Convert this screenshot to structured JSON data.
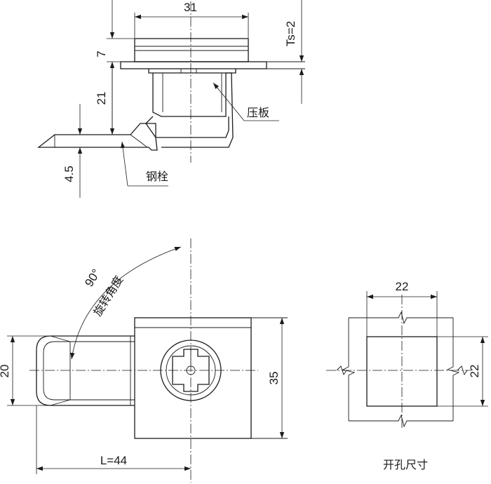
{
  "side_view": {
    "dim_width": "31",
    "dim_cap": "7",
    "dim_body": "21",
    "dim_ts": "Ts=2",
    "dim_bolt": "4.5",
    "label_plate": "压板",
    "label_bolt": "钢栓"
  },
  "front_view": {
    "dim_bolt_height": "20",
    "dim_body_height": "35",
    "dim_length": "L=44",
    "rotation_angle": "90°",
    "rotation_label": "旋转角度"
  },
  "cutout": {
    "dim_width": "22",
    "dim_height": "22",
    "title": "开孔尺寸"
  },
  "colors": {
    "line": "#1a1a1a",
    "background": "#ffffff"
  }
}
